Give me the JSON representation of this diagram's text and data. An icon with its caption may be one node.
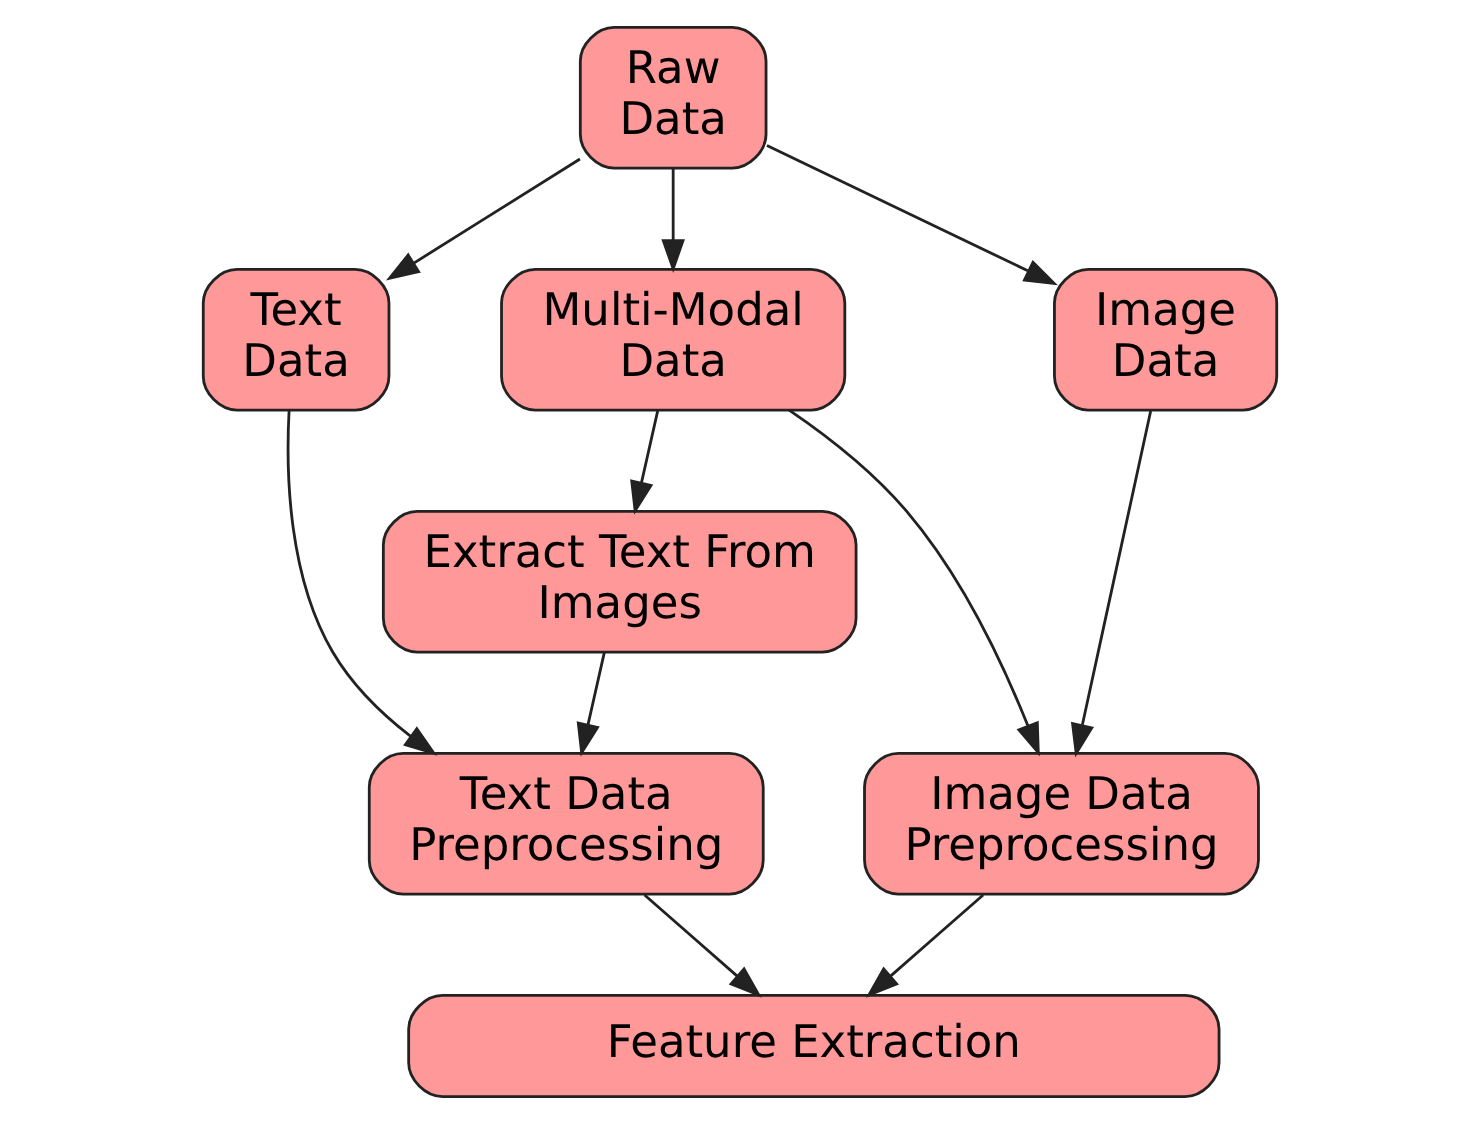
{
  "diagram": {
    "nodes": [
      {
        "text": [
          "Raw Data"
        ]
      },
      {
        "text": [
          "Text Data"
        ]
      },
      {
        "text": [
          "Multi-Modal Data"
        ]
      },
      {
        "text": [
          "Image Data"
        ]
      },
      {
        "text": [
          "Extract Text From Images"
        ]
      },
      {
        "text": [
          "Text Data Preprocessing"
        ]
      },
      {
        "text": [
          "Image Data Preprocessing"
        ]
      },
      {
        "text": [
          "Feature Extraction"
        ]
      }
    ],
    "edges": [
      {
        "from": 0,
        "to": 1,
        "arrow": "to"
      },
      {
        "from": 0,
        "to": 2,
        "arrow": "to"
      },
      {
        "from": 0,
        "to": 3,
        "arrow": "to"
      },
      {
        "from": 2,
        "to": 4,
        "arrow": "to"
      },
      {
        "from": 1,
        "to": 5,
        "arrow": "to"
      },
      {
        "from": 4,
        "to": 5,
        "arrow": "to"
      },
      {
        "from": 2,
        "to": 6,
        "arrow": "to"
      },
      {
        "from": 3,
        "to": 6,
        "arrow": "to"
      },
      {
        "from": 5,
        "to": 7,
        "arrow": "to"
      },
      {
        "from": 6,
        "to": 7,
        "arrow": "to"
      }
    ]
  }
}
